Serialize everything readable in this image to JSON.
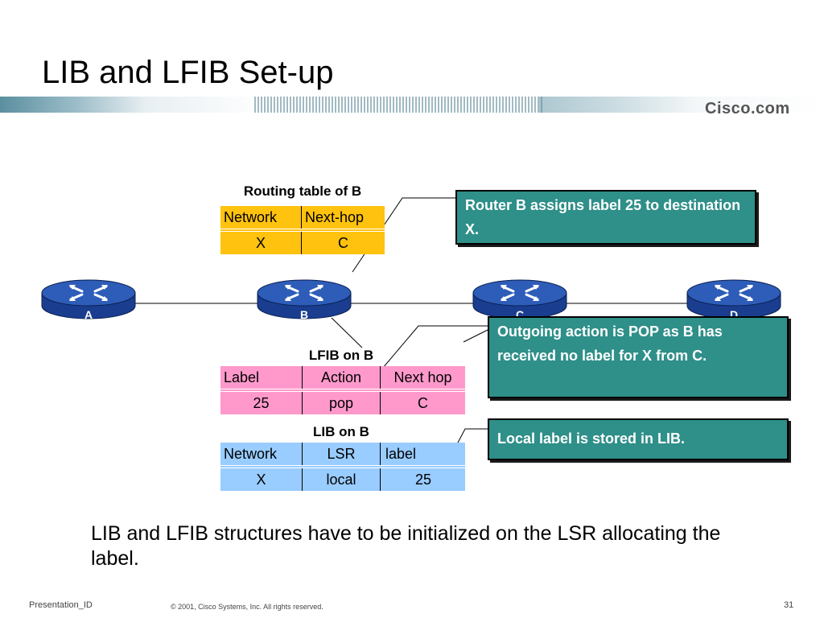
{
  "title": "LIB and LFIB Set-up",
  "brand": "Cisco.com",
  "routers": [
    "A",
    "B",
    "C",
    "D"
  ],
  "routing_table": {
    "caption": "Routing table of B",
    "headers": [
      "Network",
      "Next-hop"
    ],
    "rows": [
      [
        "X",
        "C"
      ]
    ]
  },
  "lfib": {
    "caption": "LFIB on B",
    "headers": [
      "Label",
      "Action",
      "Next hop"
    ],
    "rows": [
      [
        "25",
        "pop",
        "C"
      ]
    ]
  },
  "lib": {
    "caption": "LIB on B",
    "headers": [
      "Network",
      "LSR",
      "label"
    ],
    "rows": [
      [
        "X",
        "local",
        "25"
      ]
    ]
  },
  "callouts": {
    "label_assign": "Router B assigns label 25 to destination X.",
    "pop_action": "Outgoing action is POP as B has received no label for X from C.",
    "local_label": "Local label is stored in LIB."
  },
  "body_text": "LIB and LFIB structures have to be initialized on the LSR allocating the label.",
  "footer": {
    "presentation_id": "Presentation_ID",
    "copyright": "© 2001, Cisco Systems, Inc. All rights reserved.",
    "page": "31"
  },
  "colors": {
    "router": "#1a3d8f",
    "routing_table": "#ffc20e",
    "lfib": "#ff99cc",
    "lib": "#99ccff",
    "callout": "#2f8f89"
  }
}
